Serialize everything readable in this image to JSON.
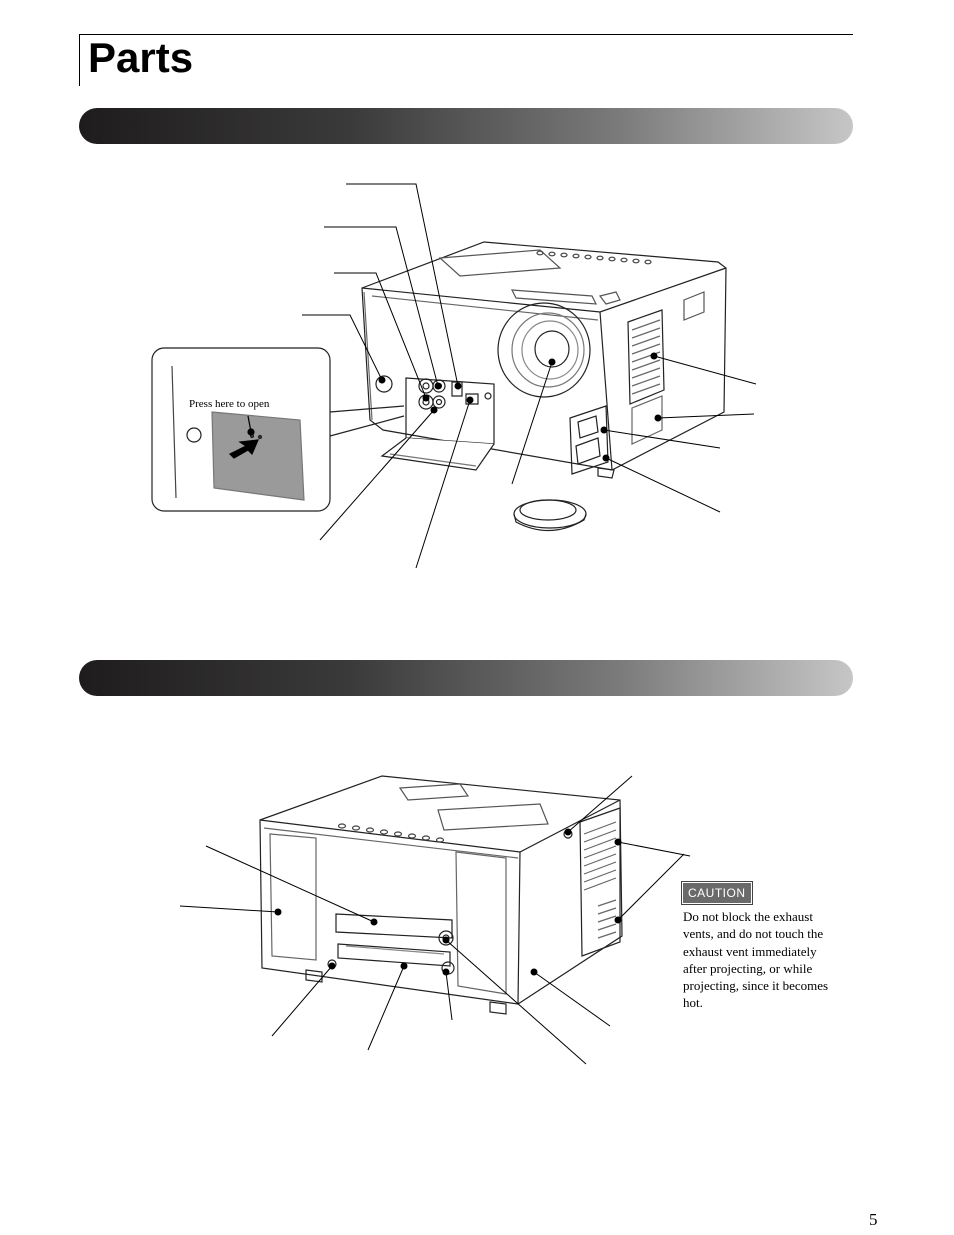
{
  "page": {
    "title": "Parts",
    "number": "5"
  },
  "sections": [
    {
      "id": "front-side",
      "heading": ""
    },
    {
      "id": "rear",
      "heading": ""
    }
  ],
  "front_figure": {
    "inset_label": "Press here to open"
  },
  "rear_figure": {
    "caution": {
      "badge": "CAUTION",
      "text": "Do not block the exhaust vents, and do not touch the exhaust vent immediately after projecting, or while projecting, since it becomes hot."
    }
  }
}
